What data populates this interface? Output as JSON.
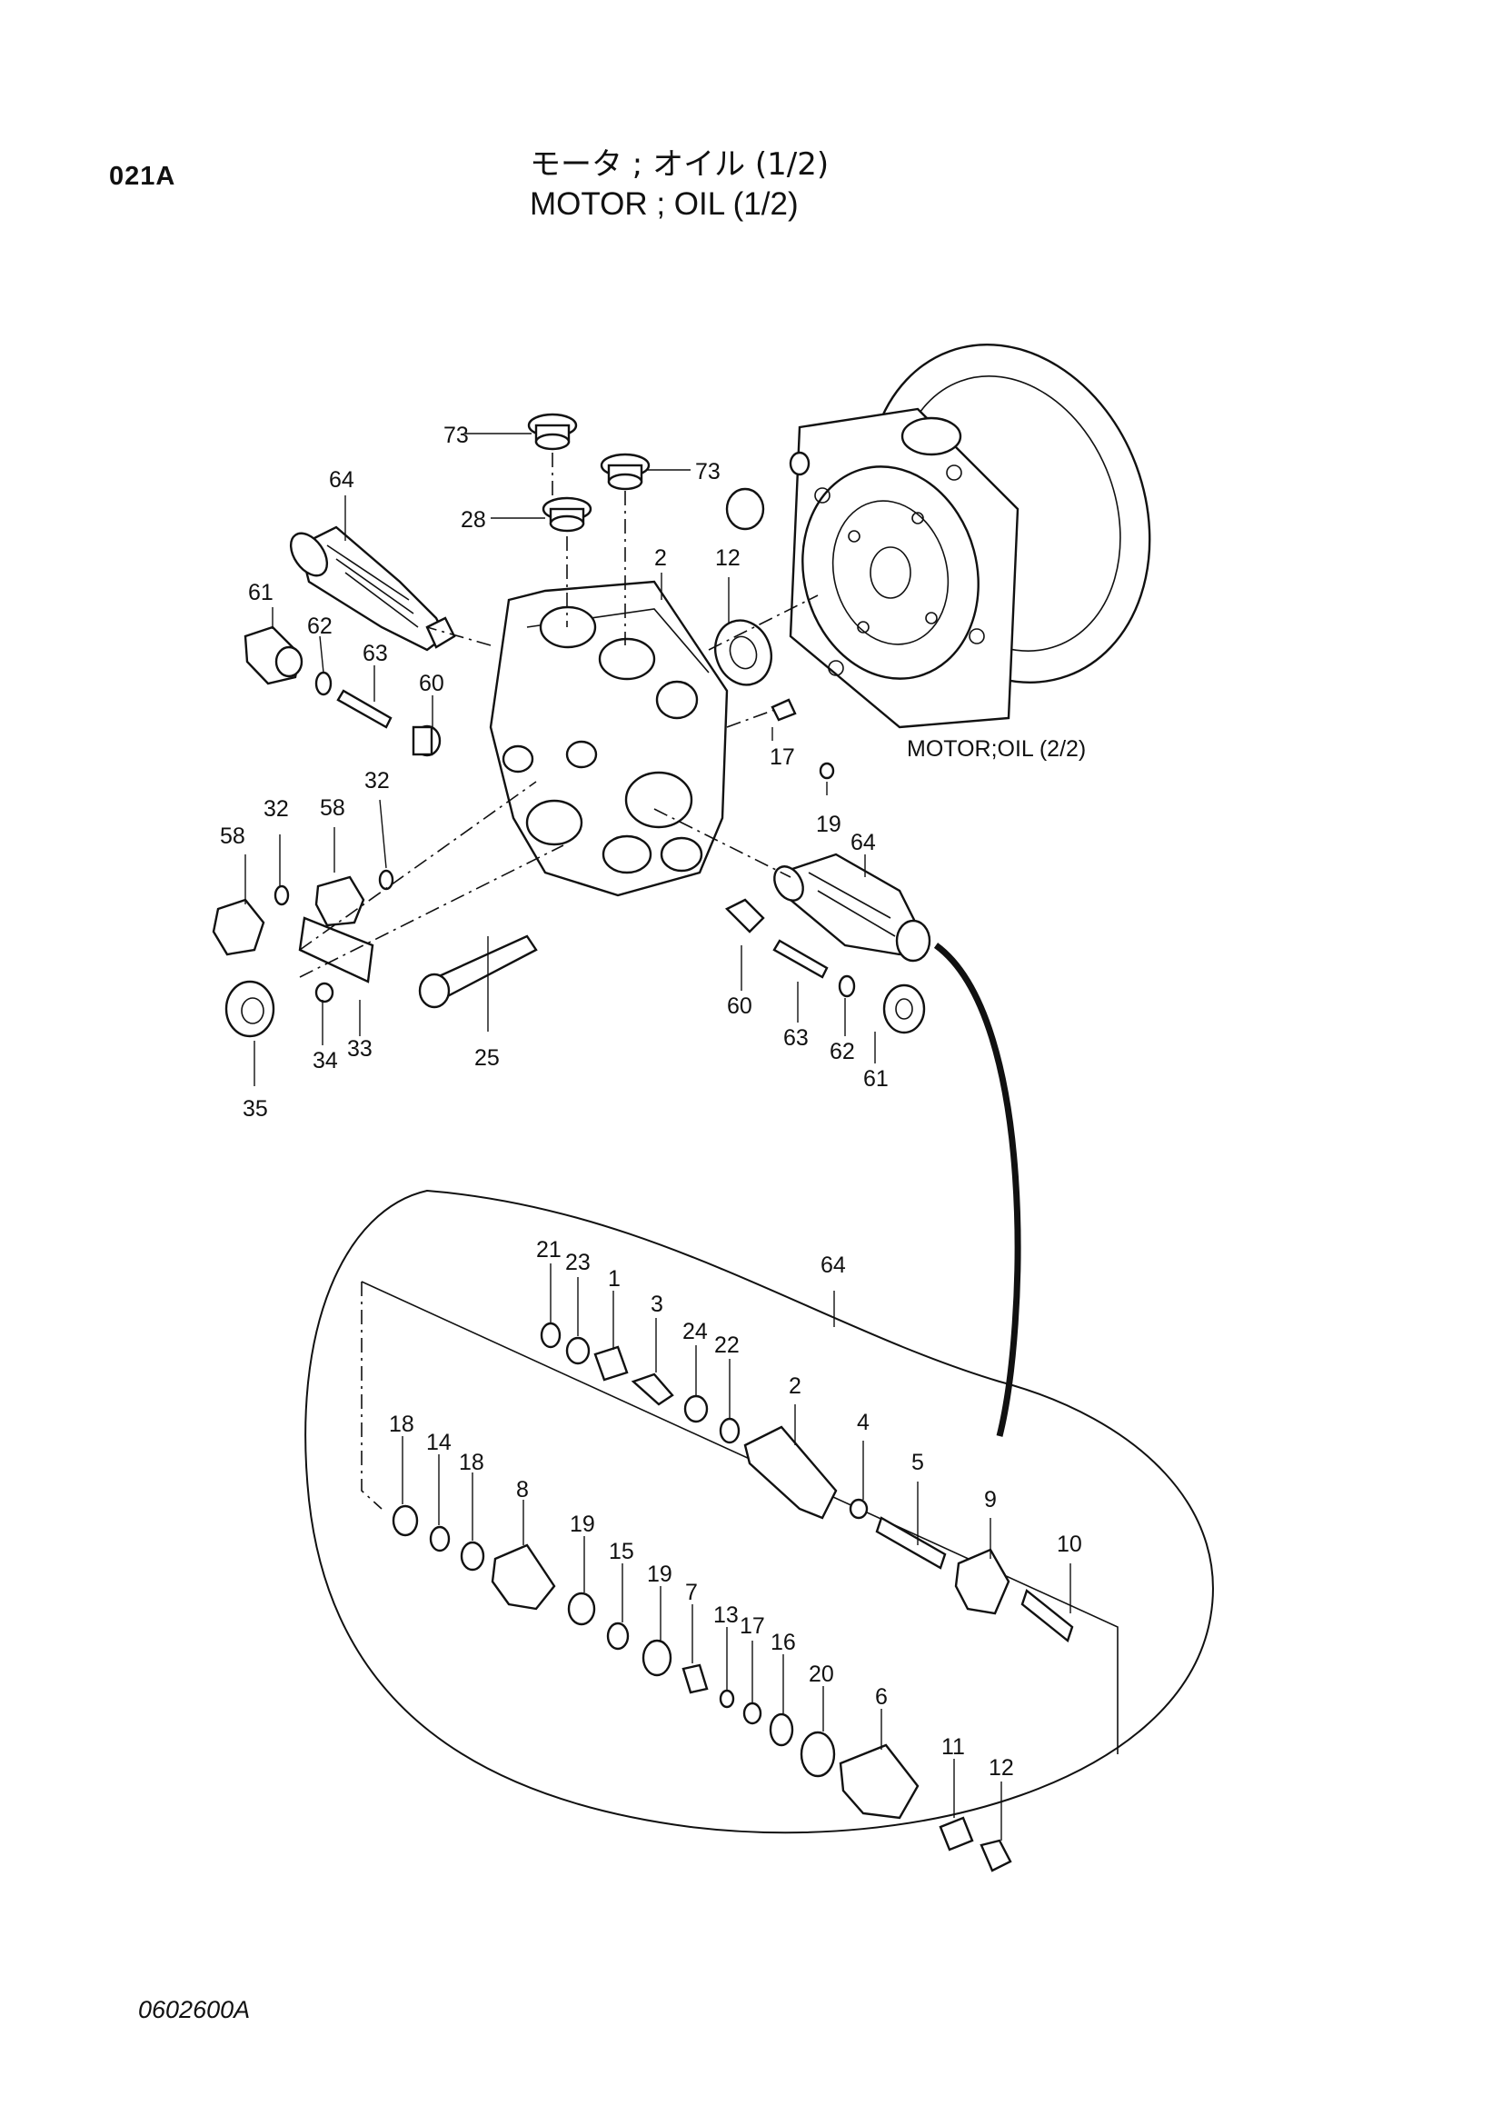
{
  "header": {
    "page_code": "021A",
    "title_jp": "モータ ; オイル (1/2)",
    "title_en": "MOTOR ; OIL (1/2)"
  },
  "reference": {
    "motor_ref": "MOTOR;OIL (2/2)"
  },
  "footer": {
    "drawing_code": "0602600A"
  },
  "callouts_upper": [
    "73",
    "73",
    "28",
    "64",
    "2",
    "12",
    "61",
    "62",
    "63",
    "60",
    "17",
    "19",
    "64",
    "32",
    "58",
    "32",
    "58",
    "60",
    "63",
    "62",
    "61",
    "33",
    "34",
    "25",
    "35"
  ],
  "callouts_detail": [
    "21",
    "23",
    "1",
    "3",
    "24",
    "22",
    "64",
    "2",
    "4",
    "5",
    "9",
    "10",
    "18",
    "14",
    "18",
    "8",
    "19",
    "15",
    "19",
    "7",
    "13",
    "17",
    "16",
    "20",
    "6",
    "11",
    "12"
  ]
}
